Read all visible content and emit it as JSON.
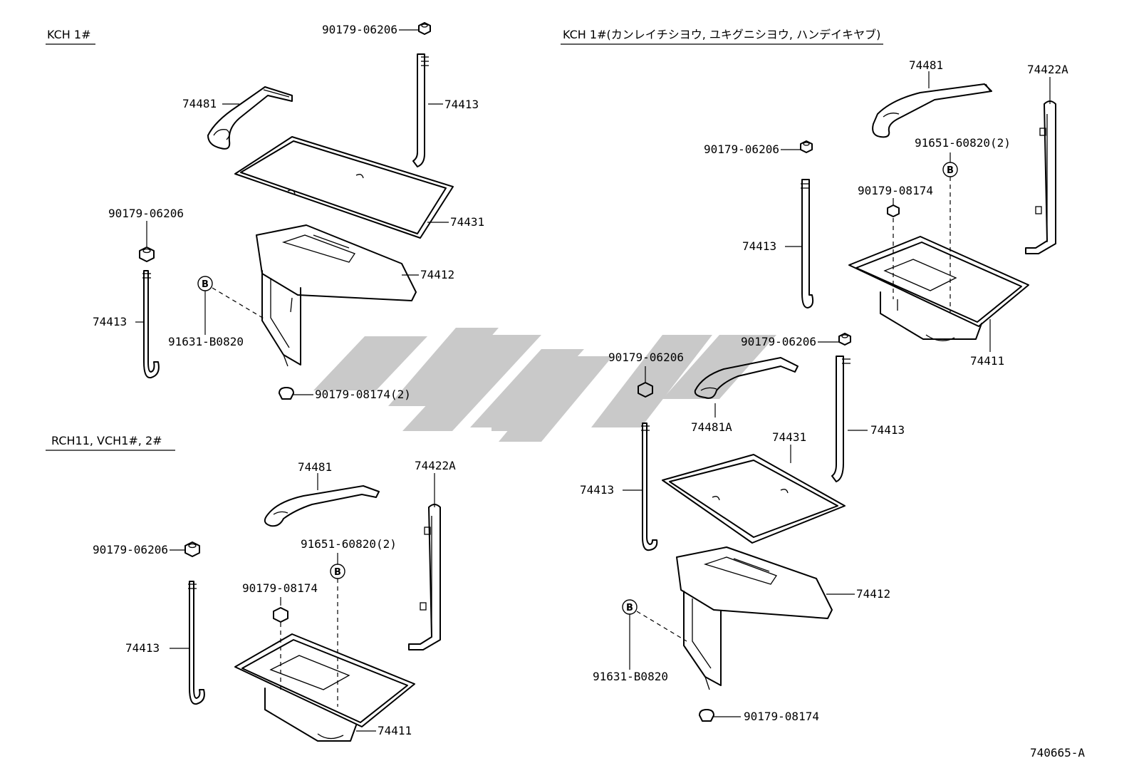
{
  "sections": {
    "s1": "KCH 1#",
    "s2": "KCH 1#(カンレイチシヨウ, ユキグニシヨウ, ハンデイキヤブ)",
    "s3": "RCH11, VCH1#, 2#"
  },
  "parts": {
    "a1": "90179-06206",
    "a2": "74481",
    "a3": "74413",
    "a4": "74431",
    "a5": "90179-06206",
    "a6": "74412",
    "a7": "74413",
    "a8": "91631-B0820",
    "a9": "90179-08174(2)",
    "b1": "74481",
    "b2": "74422A",
    "b3": "90179-06206",
    "b4": "91651-60820(2)",
    "b5": "90179-08174",
    "b6": "74413",
    "b7": "74411",
    "c1": "90179-06206",
    "c2": "90179-06206",
    "c3": "74481A",
    "c4": "74431",
    "c5": "74413",
    "c6": "74413",
    "c7": "74412",
    "c8": "91631-B0820",
    "c9": "90179-08174",
    "d1": "74481",
    "d2": "74422A",
    "d3": "91651-60820(2)",
    "d4": "90179-06206",
    "d5": "90179-08174",
    "d6": "74413",
    "d7": "74411"
  },
  "marker": "B",
  "drawing_number": "740665-A"
}
